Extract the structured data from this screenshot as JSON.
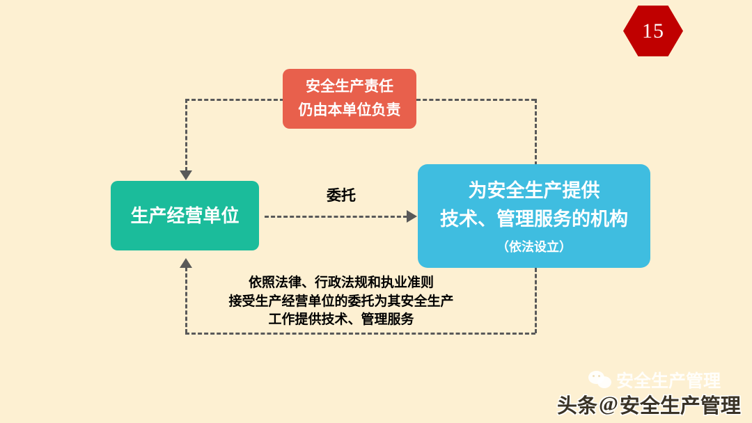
{
  "slide": {
    "background_color": "#fdf0d2",
    "page_number": "15",
    "page_badge_color": "#c00000"
  },
  "boxes": {
    "red": {
      "color": "#e8604c",
      "lines": [
        "安全生产责任",
        "仍由本单位负责"
      ]
    },
    "green": {
      "color": "#1bbc9b",
      "text": "生产经营单位"
    },
    "blue": {
      "color": "#3fbde0",
      "lines": [
        "为安全生产提供",
        "技术、管理服务的机构"
      ],
      "sub": "（依法设立）"
    }
  },
  "labels": {
    "entrust": "委托",
    "bottom_lines": [
      "依照法律、行政法规和执业准则",
      "接受生产经营单位的委托为其安全生产",
      "工作提供技术、管理服务"
    ]
  },
  "watermarks": {
    "light": "安全生产管理",
    "dark_platform": "头条",
    "dark_at": "@",
    "dark_account": "安全生产管理"
  }
}
